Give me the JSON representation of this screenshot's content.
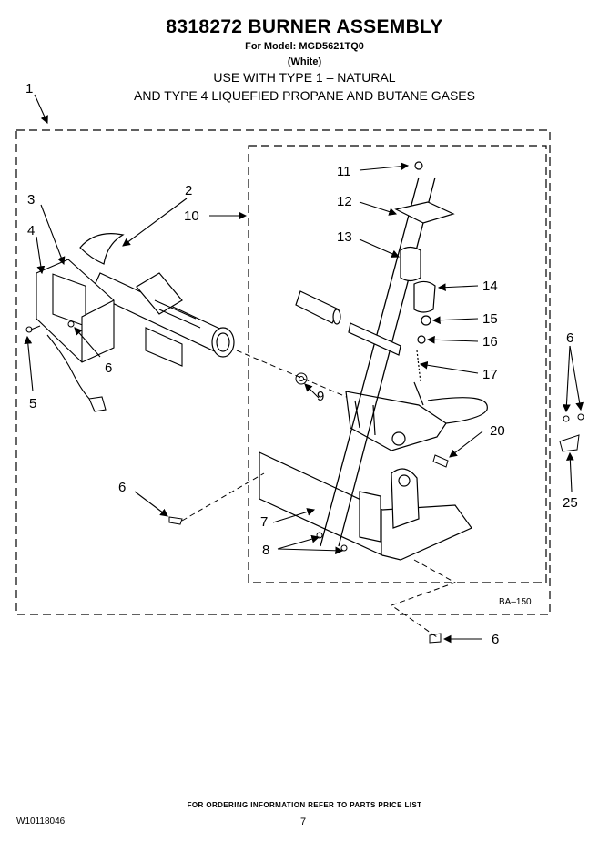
{
  "header": {
    "title": "8318272 BURNER ASSEMBLY",
    "model_line": "For Model: MGD5621TQ0",
    "color_line": "(White)",
    "use_line": "USE WITH TYPE 1 –   NATURAL",
    "type_line": "AND TYPE 4    LIQUEFIED PROPANE AND BUTANE GASES"
  },
  "callouts": {
    "c1": "1",
    "c2": "2",
    "c3": "3",
    "c4": "4",
    "c5": "5",
    "c6a": "6",
    "c6b": "6",
    "c6c": "6",
    "c6d": "6",
    "c7": "7",
    "c8": "8",
    "c9": "9",
    "c10": "10",
    "c11": "11",
    "c12": "12",
    "c13": "13",
    "c14": "14",
    "c15": "15",
    "c16": "16",
    "c17": "17",
    "c20": "20",
    "c25": "25"
  },
  "diagram_code": "BA–150",
  "footer": {
    "ordering": "FOR ORDERING INFORMATION REFER TO PARTS PRICE LIST",
    "part_number": "W10118046",
    "page": "7"
  }
}
